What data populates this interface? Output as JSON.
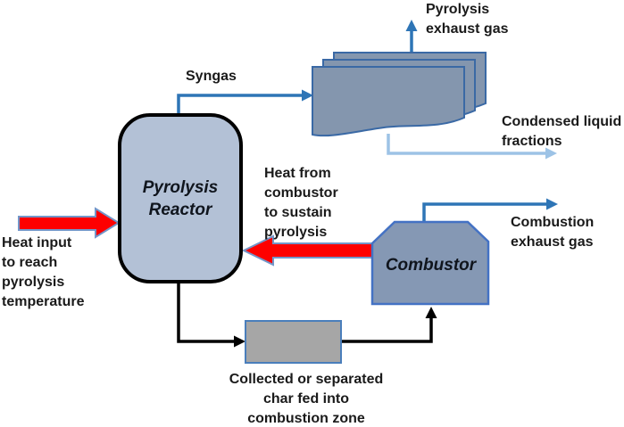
{
  "nodes": {
    "reactor": {
      "label": "Pyrolysis\nReactor"
    },
    "combustor": {
      "label": "Combustor"
    }
  },
  "labels": {
    "pyrolysis_exhaust_gas": "Pyrolysis\nexhaust gas",
    "syngas": "Syngas",
    "condensed_liquid": "Condensed liquid\nfractions",
    "heat_from_combustor": "Heat from\ncombustor\nto sustain\npyrolysis",
    "combustion_exhaust_gas": "Combustion\nexhaust gas",
    "heat_input": "Heat input\nto reach\npyrolysis\ntemperature",
    "char_caption": "Collected or separated\nchar fed into\ncombustion zone"
  },
  "colors": {
    "reactor_fill": "#b3c1d6",
    "reactor_border": "#000000",
    "stack_fill": "#8496ae",
    "stack_border": "#3a69a5",
    "combustor_fill": "#8598b4",
    "combustor_border": "#4472c4",
    "char_box_fill": "#a6a6a6",
    "char_box_border": "#4a7ebb",
    "red_arrow": "#fe0000",
    "red_arrow_outline": "#7396c9",
    "blue_arrow": "#2e75b6",
    "light_blue_arrow": "#9dc3e6",
    "black_arrow": "#000000",
    "label_text": "#1a1a1a"
  }
}
